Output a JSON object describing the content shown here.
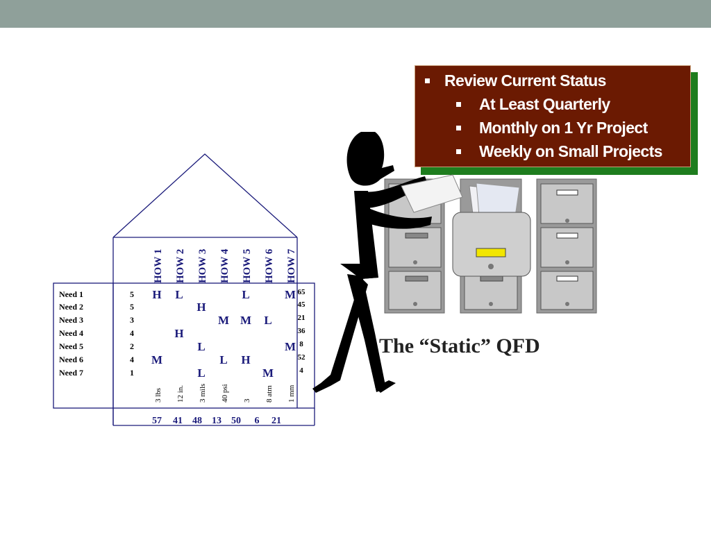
{
  "callout": {
    "items": [
      {
        "text": "Review Current Status",
        "level": 1
      },
      {
        "text": "At Least Quarterly",
        "level": 2
      },
      {
        "text": "Monthly on 1 Yr Project",
        "level": 2
      },
      {
        "text": "Weekly on Small Projects",
        "level": 2
      }
    ],
    "bg_color": "#6b1a02",
    "shadow_color": "#1e7d1e"
  },
  "title": "The “Static” QFD",
  "qfd": {
    "hows": [
      "HOW 1",
      "HOW 2",
      "HOW 3",
      "HOW 4",
      "HOW 5",
      "HOW 6",
      "HOW 7"
    ],
    "needs": [
      {
        "label": "Need 1",
        "weight": "5"
      },
      {
        "label": "Need 2",
        "weight": "5"
      },
      {
        "label": "Need 3",
        "weight": "3"
      },
      {
        "label": "Need 4",
        "weight": "4"
      },
      {
        "label": "Need 5",
        "weight": "2"
      },
      {
        "label": "Need 6",
        "weight": "4"
      },
      {
        "label": "Need 7",
        "weight": "1"
      }
    ],
    "matrix": [
      [
        "H",
        "L",
        "",
        "",
        "L",
        "",
        "M"
      ],
      [
        "",
        "",
        "H",
        "",
        "",
        "",
        ""
      ],
      [
        "",
        "",
        "",
        "M",
        "M",
        "L",
        ""
      ],
      [
        "",
        "H",
        "",
        "",
        "",
        "",
        ""
      ],
      [
        "",
        "",
        "L",
        "",
        "",
        "",
        "M"
      ],
      [
        "M",
        "",
        "",
        "L",
        "H",
        "",
        ""
      ],
      [
        "",
        "",
        "L",
        "",
        "",
        "M",
        ""
      ]
    ],
    "row_scores": [
      "65",
      "45",
      "21",
      "36",
      "8",
      "52",
      "4"
    ],
    "targets": [
      "3 lbs",
      "12 in.",
      "3 mils",
      "40 psi",
      "3",
      "8 atm",
      "1 mm"
    ],
    "column_totals": [
      "57",
      "41",
      "48",
      "13",
      "50",
      "6",
      "21"
    ],
    "ink_color": "#1a1a7a"
  }
}
